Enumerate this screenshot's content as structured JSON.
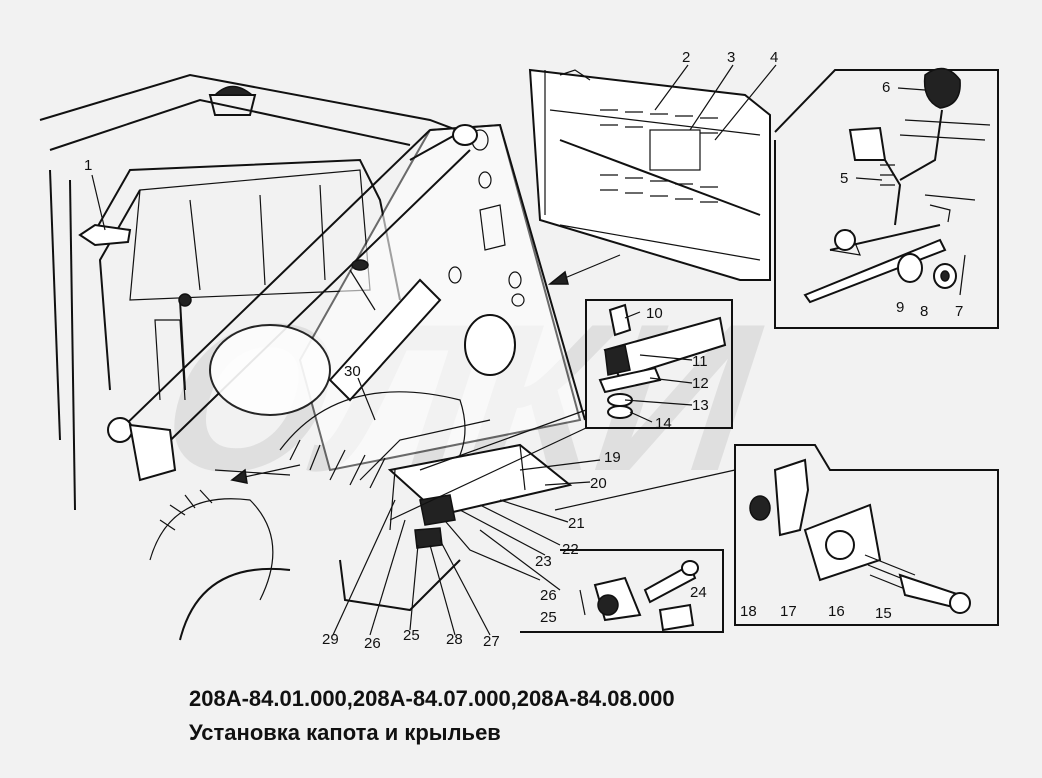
{
  "caption": {
    "line1": "208А-84.01.000,208А-84.07.000,208А-84.08.000",
    "line2": "Установка капота и крыльев"
  },
  "callouts": [
    "1",
    "2",
    "3",
    "4",
    "5",
    "6",
    "7",
    "8",
    "9",
    "10",
    "11",
    "12",
    "13",
    "14",
    "15",
    "16",
    "17",
    "18",
    "19",
    "20",
    "21",
    "22",
    "23",
    "24",
    "25",
    "26",
    "27",
    "28",
    "29",
    "30",
    "26",
    "25"
  ],
  "watermark": "ОЛКИ",
  "colors": {
    "background": "#f2f2f2",
    "ink": "#111111",
    "watermark": "#c8c8c8"
  }
}
